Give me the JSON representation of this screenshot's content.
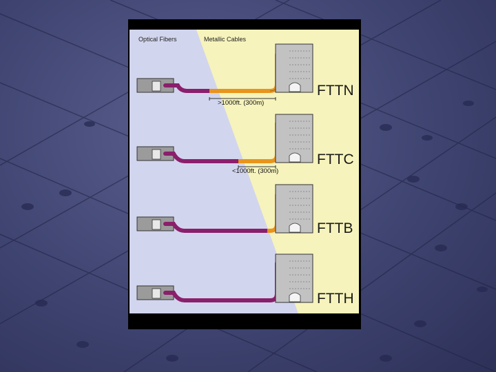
{
  "headers": {
    "left": "Optical Fibers",
    "right": "Metallic Cables"
  },
  "rows": [
    {
      "label": "FTTN",
      "distance": ">1000ft. (300m)"
    },
    {
      "label": "FTTC",
      "distance": "<1000ft. (300m)"
    },
    {
      "label": "FTTB",
      "distance": ""
    },
    {
      "label": "FTTH",
      "distance": ""
    }
  ],
  "colors": {
    "fiber": "#8a1f6b",
    "copper": "#e8941d",
    "fiber_zone": "#d2d5ee",
    "copper_zone": "#f6f3bc",
    "frame": "#000000"
  },
  "icons": [
    "central-office-icon",
    "building-icon"
  ]
}
